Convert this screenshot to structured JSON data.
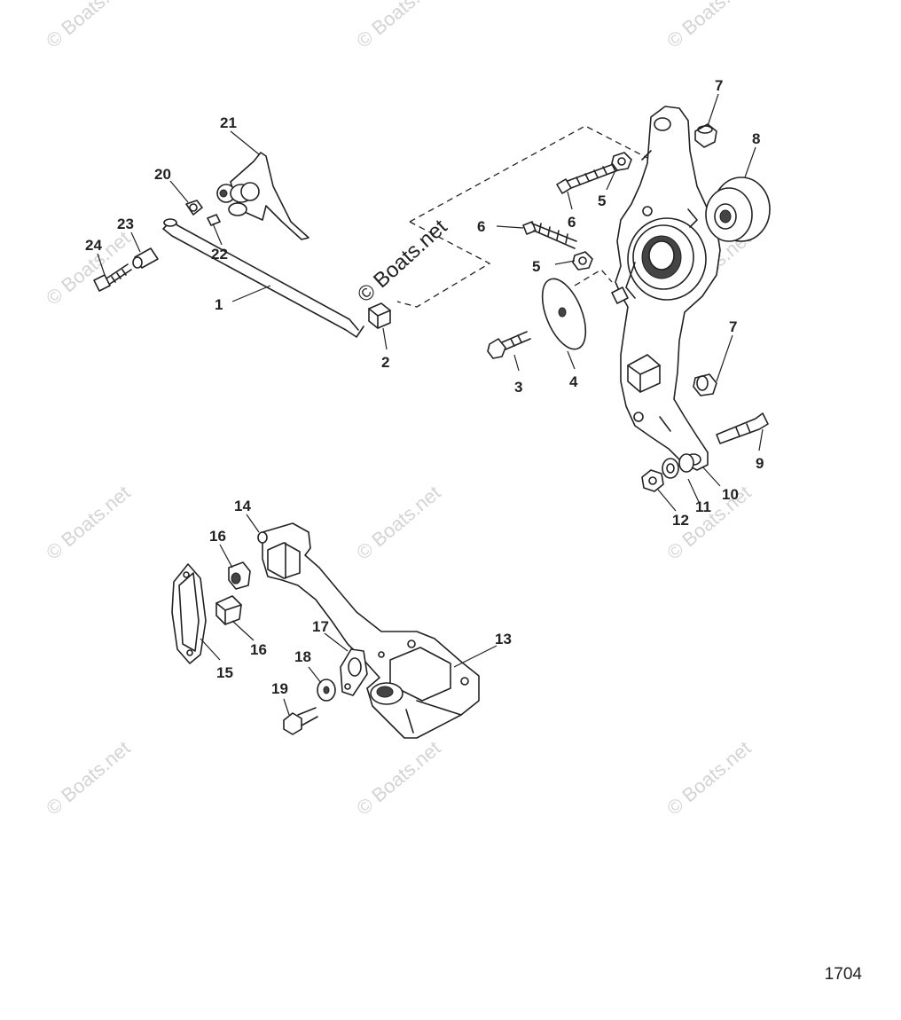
{
  "figure_number": "1704",
  "watermark": "© Boats.net",
  "callouts": [
    "1",
    "2",
    "3",
    "4",
    "5",
    "5",
    "6",
    "6",
    "7",
    "7",
    "8",
    "9",
    "10",
    "11",
    "12",
    "13",
    "14",
    "15",
    "16",
    "16",
    "17",
    "18",
    "19",
    "20",
    "21",
    "22",
    "23",
    "24"
  ]
}
